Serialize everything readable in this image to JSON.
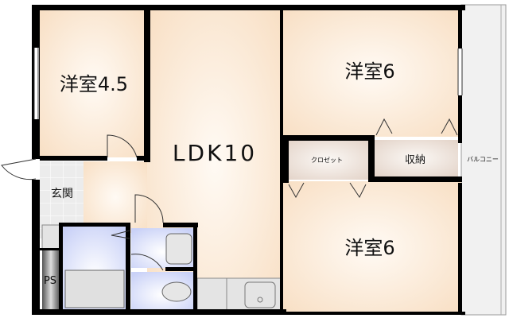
{
  "rooms": {
    "western_room_small": "洋室4.5",
    "ldk": "LDK10",
    "western_room_top": "洋室6",
    "western_room_bottom": "洋室6",
    "closet": "クロゼット",
    "storage": "収納",
    "balcony": "バルコニー",
    "entrance": "玄関",
    "pipe_space": "PS"
  },
  "colors": {
    "room_fill": "#fbe9d6",
    "wet_area_fill": "#dde3fb",
    "closet_fill": "#efe3da",
    "balcony_fill": "#f1f1f1",
    "wall": "#000000"
  }
}
